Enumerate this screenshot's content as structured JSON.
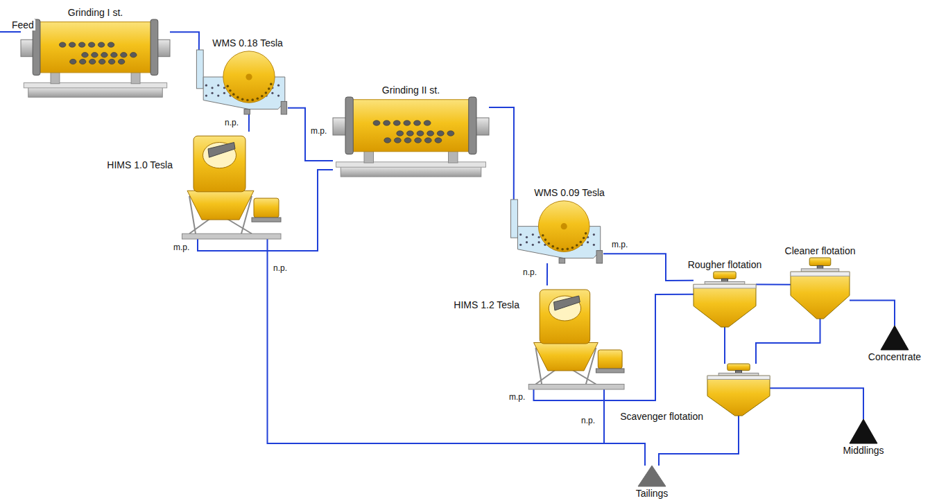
{
  "diagram": {
    "nodes": [
      {
        "text": [
          "Grinding I st."
        ]
      },
      {
        "text": [
          "WMS 0.18 Tesla"
        ]
      },
      {
        "text": [
          "HIMS 1.0 Tesla"
        ]
      },
      {
        "text": [
          "Grinding II st."
        ]
      },
      {
        "text": [
          "WMS 0.09 Tesla"
        ]
      },
      {
        "text": [
          "HIMS 1.2 Tesla"
        ]
      },
      {
        "text": [
          "Rougher flotation"
        ]
      },
      {
        "text": [
          "Cleaner flotation"
        ]
      },
      {
        "text": [
          "Scavenger flotation"
        ]
      },
      {
        "text": [
          "Concentrate"
        ]
      },
      {
        "text": [
          "Middlings"
        ]
      },
      {
        "text": [
          "Tailings"
        ]
      }
    ],
    "edges": [
      {
        "from": 0,
        "to": 1,
        "arrow": "none"
      },
      {
        "from": 1,
        "to": 2,
        "label": "n.p.",
        "arrow": "none"
      },
      {
        "from": 1,
        "to": 3,
        "label": "m.p.",
        "arrow": "none"
      },
      {
        "from": 2,
        "to": 3,
        "label": "m.p.",
        "arrow": "none"
      },
      {
        "from": 2,
        "to": 11,
        "label": "n.p.",
        "arrow": "none"
      },
      {
        "from": 3,
        "to": 4,
        "arrow": "none"
      },
      {
        "from": 4,
        "to": 5,
        "label": "n.p.",
        "arrow": "none"
      },
      {
        "from": 4,
        "to": 6,
        "label": "m.p.",
        "arrow": "none"
      },
      {
        "from": 5,
        "to": 6,
        "label": "m.p.",
        "arrow": "none"
      },
      {
        "from": 5,
        "to": 11,
        "label": "n.p.",
        "arrow": "none"
      },
      {
        "from": 6,
        "to": 7,
        "arrow": "none"
      },
      {
        "from": 6,
        "to": 8,
        "arrow": "none"
      },
      {
        "from": 7,
        "to": 9,
        "arrow": "none"
      },
      {
        "from": 7,
        "to": 8,
        "arrow": "none"
      },
      {
        "from": 8,
        "to": 10,
        "arrow": "none"
      },
      {
        "from": 8,
        "to": 11,
        "arrow": "none"
      }
    ],
    "labels": [
      "Feed"
    ]
  }
}
